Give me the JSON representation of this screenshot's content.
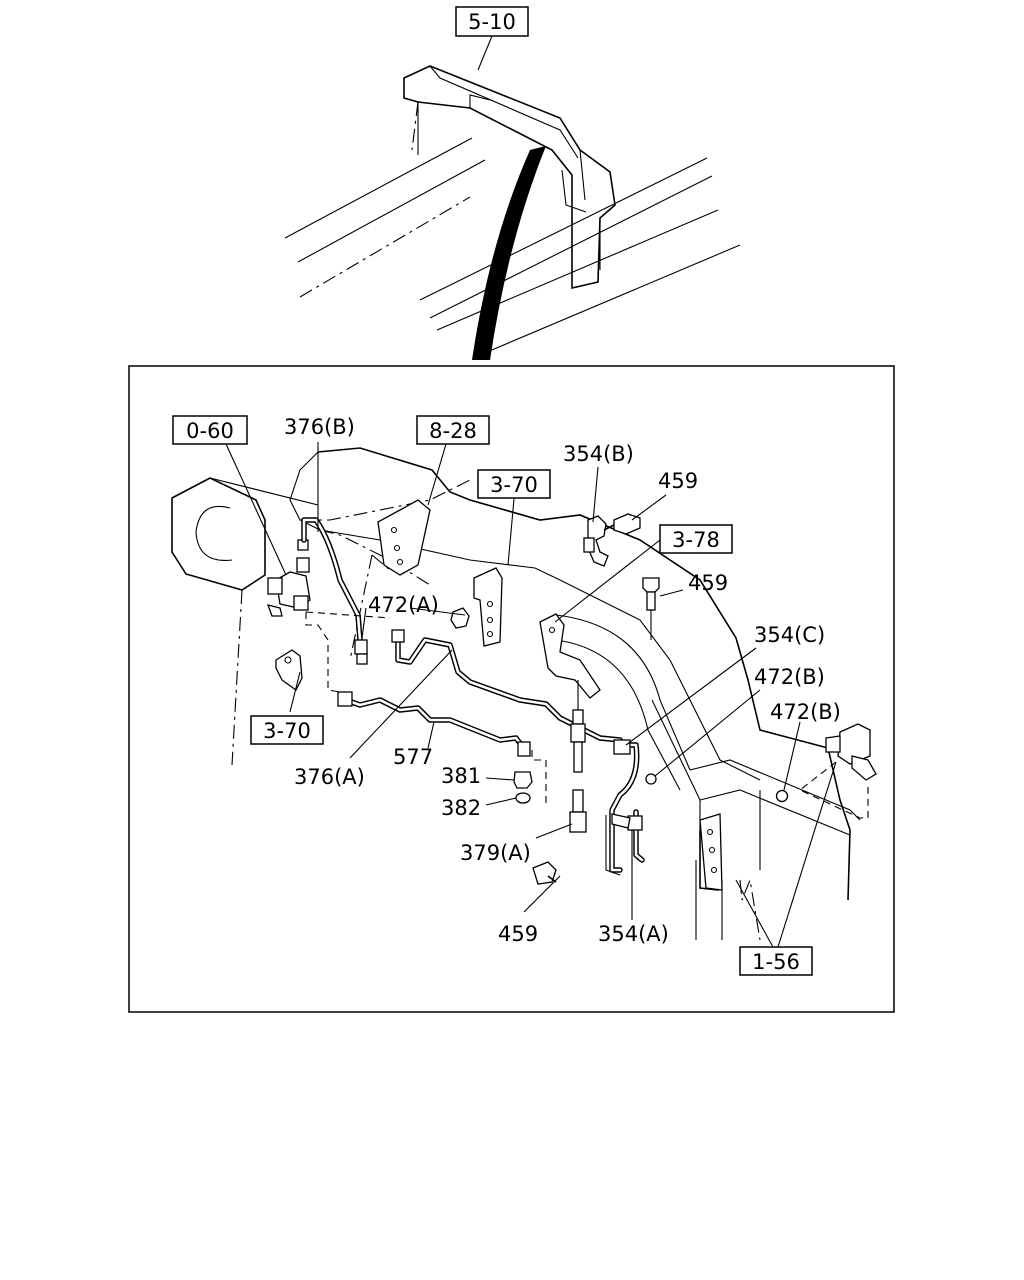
{
  "refs": {
    "r_5_10": "5-10",
    "r_0_60": "0-60",
    "r_8_28": "8-28",
    "r_3_70_top": "3-70",
    "r_3_78": "3-78",
    "r_3_70_bottom": "3-70",
    "r_1_56": "1-56"
  },
  "labels": {
    "l_376b": "376(B)",
    "l_354b": "354(B)",
    "l_459_a": "459",
    "l_459_b": "459",
    "l_472a": "472(A)",
    "l_354c": "354(C)",
    "l_472b_1": "472(B)",
    "l_472b_2": "472(B)",
    "l_577": "577",
    "l_376a": "376(A)",
    "l_381": "381",
    "l_382": "382",
    "l_379a": "379(A)",
    "l_459_c": "459",
    "l_354a": "354(A)"
  }
}
